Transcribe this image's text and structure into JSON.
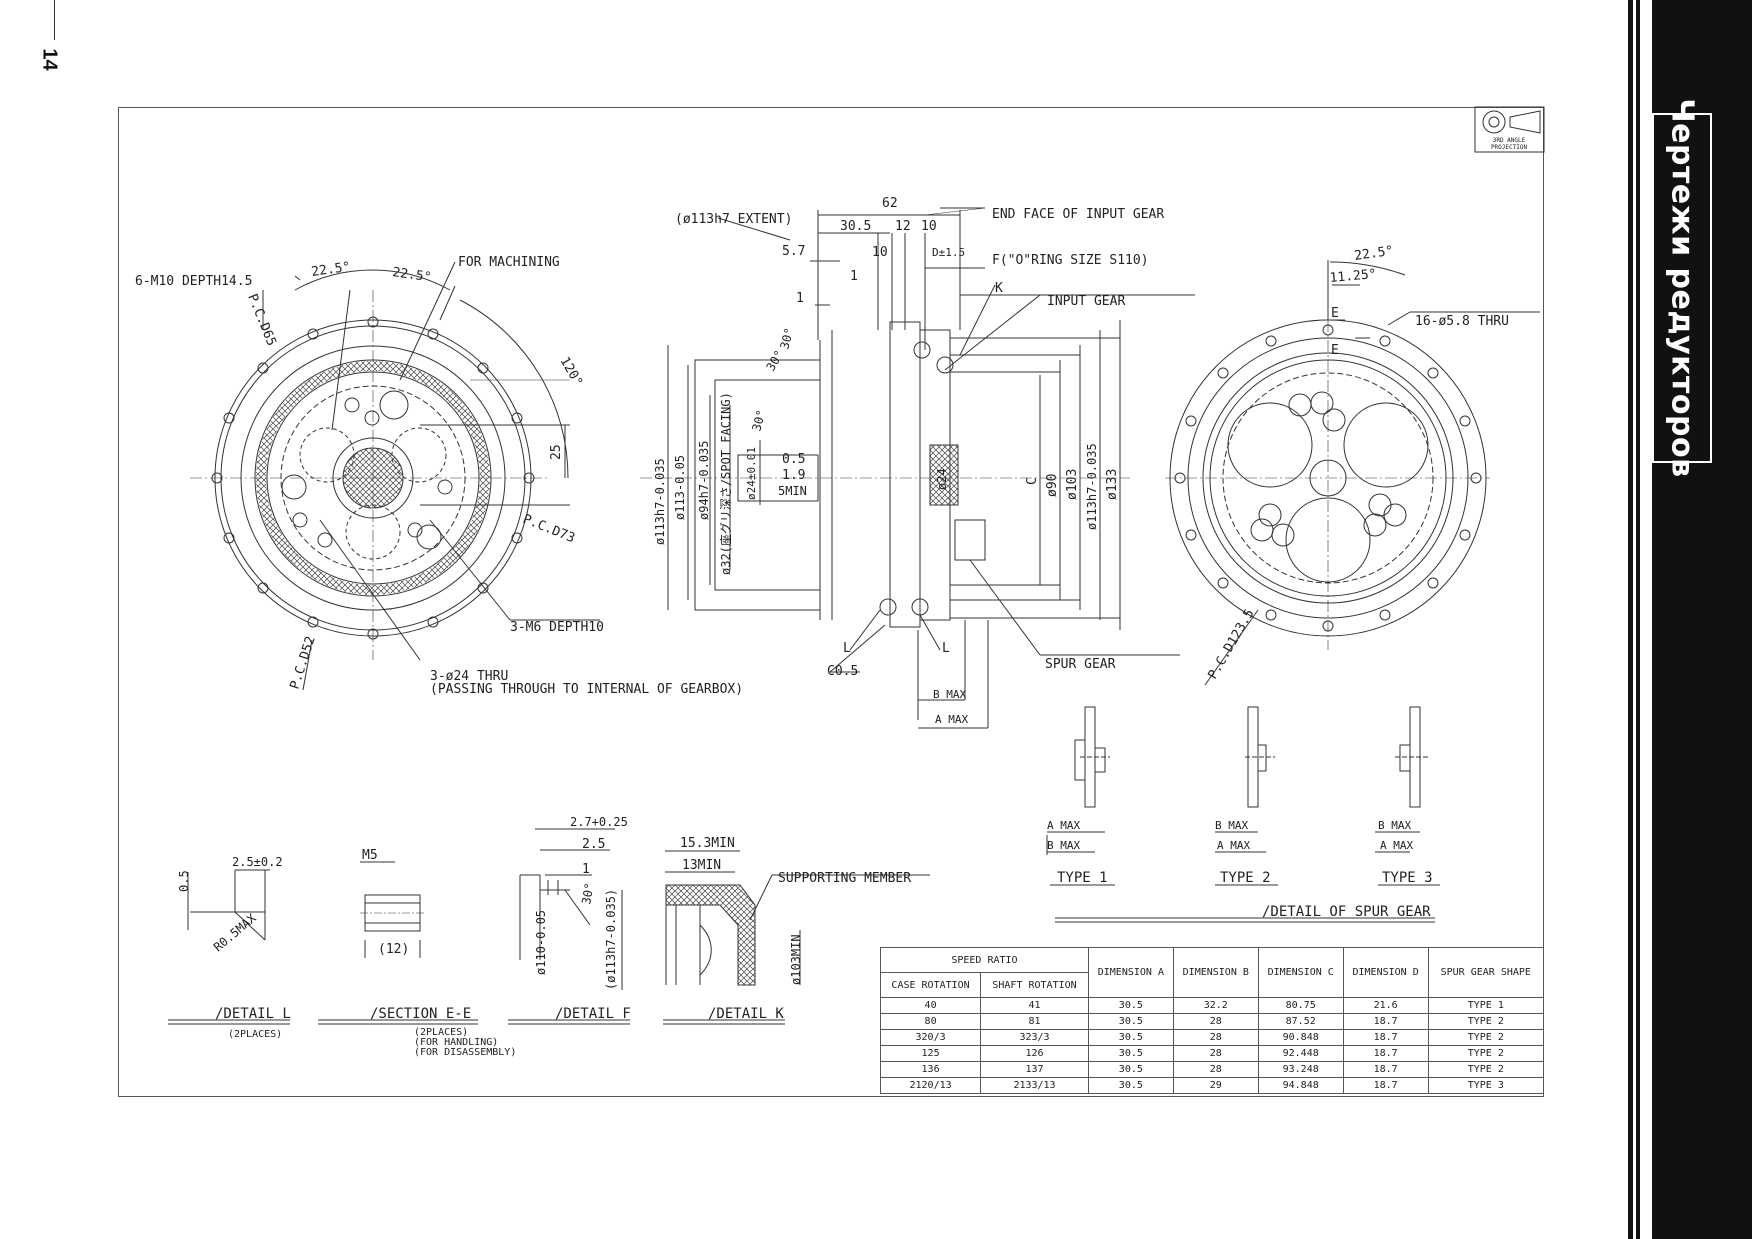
{
  "page": {
    "number": "14",
    "side_title": "Чертежи редукторов"
  },
  "projection": {
    "label_line1": "3RD ANGLE",
    "label_line2": "PROJECTION"
  },
  "labels": {
    "m10": "6-M10 DEPTH14.5",
    "pcd65": "P.C.D65",
    "a22_1": "22.5°",
    "a22_2": "22.5°",
    "machining": "FOR MACHINING",
    "a120": "120°",
    "d25": "25",
    "pcd73": "P.C.D73",
    "m6": "3-M6 DEPTH10",
    "pcd52": "P.C.D52",
    "thru24": "3-ø24 THRU",
    "passing": "(PASSING THROUGH TO INTERNAL OF GEARBOX)",
    "extent": "(ø113h7 EXTENT)",
    "d62": "62",
    "d305": "30.5",
    "d12": "12",
    "d10a": "10",
    "d10b": "10",
    "d57": "5.7",
    "d1a": "1",
    "d1b": "1",
    "dD": "D±1.5",
    "endface": "END FACE OF INPUT GEAR",
    "oring": "F(\"O\"RING SIZE S110)",
    "k": "K",
    "inputgear": "INPUT GEAR",
    "a30a": "30°",
    "a30b": "30°",
    "a30c": "30°",
    "d05": "0.5",
    "d19": "1.9",
    "d5min": "5MIN",
    "dia113h7": "ø113h7-0.035",
    "dia113": "ø113-0.05",
    "dia94": "ø94h7-0.035",
    "dia32": "ø32(座グリ深さ/SPOT FACING)",
    "dia24b": "ø24±0.01",
    "dia24": "ø24",
    "dC": "C",
    "dia90": "ø90",
    "dia103": "ø103",
    "dia113h7b": "ø113h7-0.035",
    "dia133": "ø133",
    "l1": "L",
    "l2": "L",
    "c05": "C0.5",
    "bmax": "B MAX",
    "amax": "A MAX",
    "spurgear": "SPUR GEAR",
    "a225r": "22.5°",
    "a1125": "11.25°",
    "e1": "E",
    "e2": "E",
    "holes16": "16-ø5.8 THRU",
    "pcd1235": "P.C.D123.5",
    "type1": "TYPE 1",
    "type2": "TYPE 2",
    "type3": "TYPE 3",
    "t1a": "A MAX",
    "t1b": "B MAX",
    "t2b": "B MAX",
    "t2a": "A MAX",
    "t3b": "B MAX",
    "t3a": "A MAX",
    "detailspur": "/DETAIL OF SPUR GEAR",
    "l05": "0.5",
    "l25": "2.5±0.2",
    "r05": "R0.5MAX",
    "detailL": "/DETAIL L",
    "places2": "(2PLACES)",
    "m5": "M5",
    "d12p": "(12)",
    "sectionE": "/SECTION E-E",
    "s_places": "(2PLACES)",
    "s_handling": "(FOR HANDLING)",
    "s_disassembly": "(FOR DISASSEMBLY)",
    "f27": "2.7+0.25",
    "f25": "2.5",
    "f1": "1",
    "f30": "30°",
    "f110": "ø110-0.05",
    "f113": "(ø113h7-0.035)",
    "detailF": "/DETAIL F",
    "k153": "15.3MIN",
    "k13": "13MIN",
    "support": "SUPPORTING MEMBER",
    "k103": "ø103MIN",
    "detailK": "/DETAIL K"
  },
  "table": {
    "headers": {
      "speed_ratio": "SPEED RATIO",
      "case_rotation": "CASE ROTATION",
      "shaft_rotation": "SHAFT ROTATION",
      "dim_a": "DIMENSION A",
      "dim_b": "DIMENSION B",
      "dim_c": "DIMENSION C",
      "dim_d": "DIMENSION D",
      "shape": "SPUR GEAR SHAPE"
    },
    "rows": [
      [
        "40",
        "41",
        "30.5",
        "32.2",
        "80.75",
        "21.6",
        "TYPE 1"
      ],
      [
        "80",
        "81",
        "30.5",
        "28",
        "87.52",
        "18.7",
        "TYPE 2"
      ],
      [
        "320/3",
        "323/3",
        "30.5",
        "28",
        "90.848",
        "18.7",
        "TYPE 2"
      ],
      [
        "125",
        "126",
        "30.5",
        "28",
        "92.448",
        "18.7",
        "TYPE 2"
      ],
      [
        "136",
        "137",
        "30.5",
        "28",
        "93.248",
        "18.7",
        "TYPE 2"
      ],
      [
        "2120/13",
        "2133/13",
        "30.5",
        "29",
        "94.848",
        "18.7",
        "TYPE 3"
      ]
    ]
  }
}
